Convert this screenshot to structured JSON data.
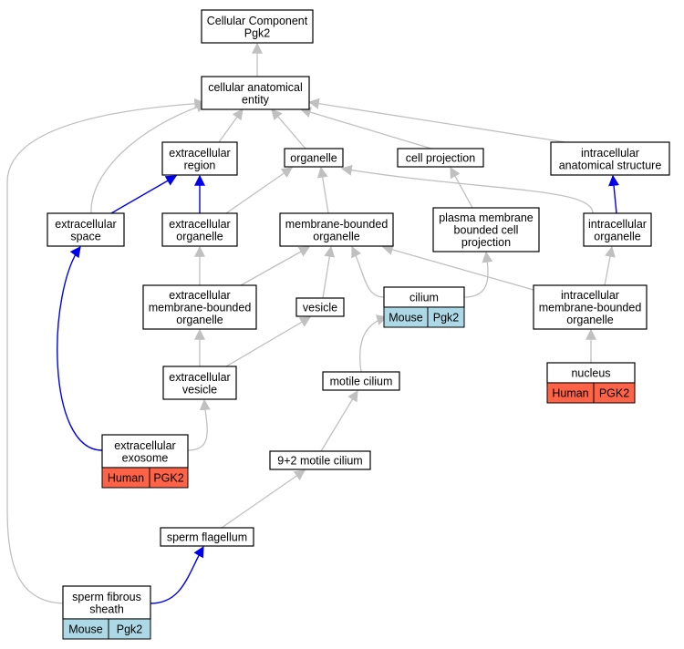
{
  "colors": {
    "node_border": "#000000",
    "grey_edge": "#c0c0c0",
    "blue_edge": "#0000ee",
    "mouse_badge": "#add8e6",
    "human_badge": "#ff6347"
  },
  "nodes": [
    {
      "id": "cellular-component",
      "lines": [
        "Cellular Component",
        "Pgk2"
      ]
    },
    {
      "id": "cellular-anatomical-entity",
      "lines": [
        "cellular anatomical",
        "entity"
      ]
    },
    {
      "id": "extracellular-region",
      "lines": [
        "extracellular",
        "region"
      ]
    },
    {
      "id": "organelle",
      "lines": [
        "organelle"
      ]
    },
    {
      "id": "cell-projection",
      "lines": [
        "cell projection"
      ]
    },
    {
      "id": "intracellular-anatomical-structure",
      "lines": [
        "intracellular",
        "anatomical structure"
      ]
    },
    {
      "id": "extracellular-space",
      "lines": [
        "extracellular",
        "space"
      ]
    },
    {
      "id": "extracellular-organelle",
      "lines": [
        "extracellular",
        "organelle"
      ]
    },
    {
      "id": "membrane-bounded-organelle",
      "lines": [
        "membrane-bounded",
        "organelle"
      ]
    },
    {
      "id": "plasma-membrane-bounded-cell-projection",
      "lines": [
        "plasma membrane",
        "bounded cell",
        "projection"
      ]
    },
    {
      "id": "intracellular-organelle",
      "lines": [
        "intracellular",
        "organelle"
      ]
    },
    {
      "id": "extracellular-membrane-bounded-organelle",
      "lines": [
        "extracellular",
        "membrane-bounded",
        "organelle"
      ]
    },
    {
      "id": "vesicle",
      "lines": [
        "vesicle"
      ]
    },
    {
      "id": "cilium",
      "lines": [
        "cilium"
      ],
      "badges": [
        {
          "species": "Mouse",
          "gene": "Pgk2"
        }
      ]
    },
    {
      "id": "intracellular-membrane-bounded-organelle",
      "lines": [
        "intracellular",
        "membrane-bounded",
        "organelle"
      ]
    },
    {
      "id": "extracellular-vesicle",
      "lines": [
        "extracellular",
        "vesicle"
      ]
    },
    {
      "id": "motile-cilium",
      "lines": [
        "motile cilium"
      ]
    },
    {
      "id": "nucleus",
      "lines": [
        "nucleus"
      ],
      "badges": [
        {
          "species": "Human",
          "gene": "PGK2"
        }
      ]
    },
    {
      "id": "extracellular-exosome",
      "lines": [
        "extracellular",
        "exosome"
      ],
      "badges": [
        {
          "species": "Human",
          "gene": "PGK2"
        }
      ]
    },
    {
      "id": "9-2-motile-cilium",
      "lines": [
        "9+2 motile cilium"
      ]
    },
    {
      "id": "sperm-flagellum",
      "lines": [
        "sperm flagellum"
      ]
    },
    {
      "id": "sperm-fibrous-sheath",
      "lines": [
        "sperm fibrous",
        "sheath"
      ],
      "badges": [
        {
          "species": "Mouse",
          "gene": "Pgk2"
        }
      ]
    }
  ],
  "edges": [
    {
      "from": "cellular-anatomical-entity",
      "to": "cellular-component",
      "type": "is_a"
    },
    {
      "from": "extracellular-region",
      "to": "cellular-anatomical-entity",
      "type": "is_a"
    },
    {
      "from": "organelle",
      "to": "cellular-anatomical-entity",
      "type": "is_a"
    },
    {
      "from": "cell-projection",
      "to": "cellular-anatomical-entity",
      "type": "is_a"
    },
    {
      "from": "intracellular-anatomical-structure",
      "to": "cellular-anatomical-entity",
      "type": "is_a"
    },
    {
      "from": "extracellular-space",
      "to": "cellular-anatomical-entity",
      "type": "is_a"
    },
    {
      "from": "sperm-fibrous-sheath",
      "to": "cellular-anatomical-entity",
      "type": "is_a"
    },
    {
      "from": "extracellular-space",
      "to": "extracellular-region",
      "type": "part_of"
    },
    {
      "from": "extracellular-organelle",
      "to": "extracellular-region",
      "type": "part_of"
    },
    {
      "from": "extracellular-organelle",
      "to": "organelle",
      "type": "is_a"
    },
    {
      "from": "membrane-bounded-organelle",
      "to": "organelle",
      "type": "is_a"
    },
    {
      "from": "intracellular-organelle",
      "to": "organelle",
      "type": "is_a"
    },
    {
      "from": "plasma-membrane-bounded-cell-projection",
      "to": "cell-projection",
      "type": "is_a"
    },
    {
      "from": "intracellular-organelle",
      "to": "intracellular-anatomical-structure",
      "type": "part_of"
    },
    {
      "from": "extracellular-exosome",
      "to": "extracellular-space",
      "type": "part_of"
    },
    {
      "from": "extracellular-membrane-bounded-organelle",
      "to": "extracellular-organelle",
      "type": "is_a"
    },
    {
      "from": "extracellular-membrane-bounded-organelle",
      "to": "membrane-bounded-organelle",
      "type": "is_a"
    },
    {
      "from": "vesicle",
      "to": "membrane-bounded-organelle",
      "type": "is_a"
    },
    {
      "from": "cilium",
      "to": "membrane-bounded-organelle",
      "type": "is_a"
    },
    {
      "from": "intracellular-membrane-bounded-organelle",
      "to": "membrane-bounded-organelle",
      "type": "is_a"
    },
    {
      "from": "cilium",
      "to": "plasma-membrane-bounded-cell-projection",
      "type": "is_a"
    },
    {
      "from": "intracellular-membrane-bounded-organelle",
      "to": "intracellular-organelle",
      "type": "is_a"
    },
    {
      "from": "extracellular-vesicle",
      "to": "extracellular-membrane-bounded-organelle",
      "type": "is_a"
    },
    {
      "from": "extracellular-vesicle",
      "to": "vesicle",
      "type": "is_a"
    },
    {
      "from": "motile-cilium",
      "to": "cilium",
      "type": "is_a"
    },
    {
      "from": "nucleus",
      "to": "intracellular-membrane-bounded-organelle",
      "type": "is_a"
    },
    {
      "from": "extracellular-exosome",
      "to": "extracellular-vesicle",
      "type": "is_a"
    },
    {
      "from": "9-2-motile-cilium",
      "to": "motile-cilium",
      "type": "is_a"
    },
    {
      "from": "sperm-flagellum",
      "to": "9-2-motile-cilium",
      "type": "is_a"
    },
    {
      "from": "sperm-fibrous-sheath",
      "to": "sperm-flagellum",
      "type": "part_of"
    }
  ]
}
